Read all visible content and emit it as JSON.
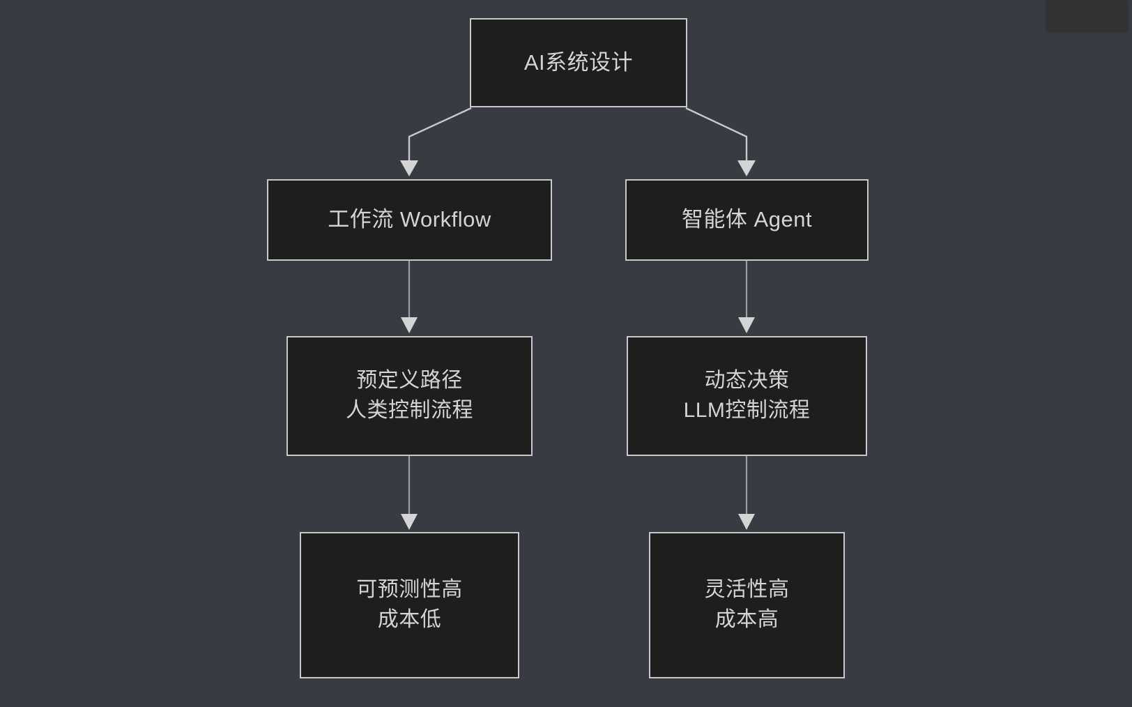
{
  "canvas": {
    "background_color": "#383c42",
    "node_fill_color": "#1e1e1e",
    "node_border_color": "#c9c9c9",
    "text_color": "#d4d4d4",
    "edge_color": "#c9c9c9"
  },
  "diagram": {
    "type": "flowchart",
    "direction": "top-down",
    "nodes": [
      {
        "id": "root",
        "label": "AI系统设计",
        "lines": [
          "AI系统设计"
        ]
      },
      {
        "id": "workflow",
        "label": "工作流 Workflow",
        "lines": [
          "工作流 Workflow"
        ]
      },
      {
        "id": "agent",
        "label": "智能体 Agent",
        "lines": [
          "智能体 Agent"
        ]
      },
      {
        "id": "wf-detail",
        "label": "预定义路径 人类控制流程",
        "lines": [
          "预定义路径",
          "人类控制流程"
        ]
      },
      {
        "id": "ag-detail",
        "label": "动态决策 LLM控制流程",
        "lines": [
          "动态决策",
          "LLM控制流程"
        ]
      },
      {
        "id": "wf-result",
        "label": "可预测性高 成本低",
        "lines": [
          "可预测性高",
          "成本低"
        ]
      },
      {
        "id": "ag-result",
        "label": "灵活性高 成本高",
        "lines": [
          "灵活性高",
          "成本高"
        ]
      }
    ],
    "edges": [
      {
        "from": "root",
        "to": "workflow",
        "style": "elbow-arrow"
      },
      {
        "from": "root",
        "to": "agent",
        "style": "elbow-arrow"
      },
      {
        "from": "workflow",
        "to": "wf-detail",
        "style": "straight-arrow"
      },
      {
        "from": "agent",
        "to": "ag-detail",
        "style": "straight-arrow"
      },
      {
        "from": "wf-detail",
        "to": "wf-result",
        "style": "straight-arrow"
      },
      {
        "from": "ag-detail",
        "to": "ag-result",
        "style": "straight-arrow"
      }
    ]
  },
  "overlay": {
    "panel_color": "#323232",
    "label": ""
  }
}
